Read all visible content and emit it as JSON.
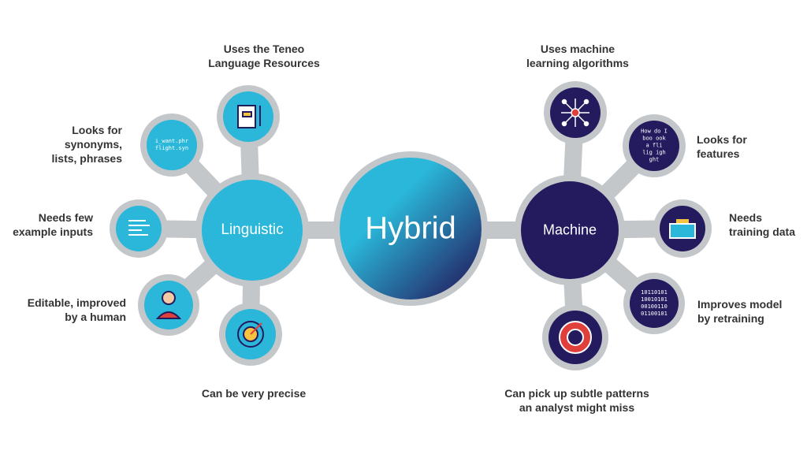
{
  "center": {
    "label": "Hybrid"
  },
  "linguistic": {
    "label": "Linguistic",
    "color": "#2ab7d9",
    "items": [
      {
        "label": "Uses the Teneo\nLanguage Resources",
        "icon": "notebook-icon"
      },
      {
        "label": "Looks for\nsynonyms,\nlists, phrases",
        "icon": "file-list-icon",
        "icon_text": "i_want.phr\nflight.syn"
      },
      {
        "label": "Needs few\nexample inputs",
        "icon": "text-lines-icon"
      },
      {
        "label": "Editable, improved\nby a human",
        "icon": "person-icon"
      },
      {
        "label": "Can be very precise",
        "icon": "target-icon"
      }
    ]
  },
  "machine": {
    "label": "Machine",
    "color": "#231b5e",
    "items": [
      {
        "label": "Uses machine\nlearning algorithms",
        "icon": "network-icon"
      },
      {
        "label": "Looks for\nfeatures",
        "icon": "tokens-icon",
        "icon_text": "How do I\nboo ook\na fli\nlig igh\nght"
      },
      {
        "label": "Needs\ntraining data",
        "icon": "inbox-icon"
      },
      {
        "label": "Improves model\nby retraining",
        "icon": "binary-icon",
        "icon_text": "10110101\n10010101\n00100110\n01100101"
      },
      {
        "label": "Can pick up subtle patterns\nan analyst might miss",
        "icon": "lifebuoy-icon"
      }
    ]
  },
  "colors": {
    "connector": "#c4c7ca",
    "text": "#333333"
  }
}
